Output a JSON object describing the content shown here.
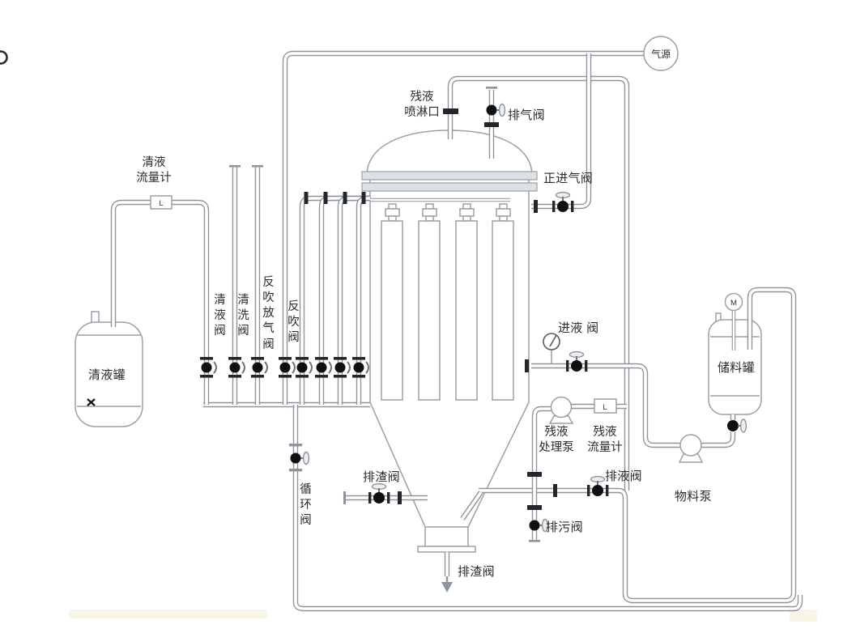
{
  "diagram": {
    "labels": {
      "clear_liquid_flowmeter": {
        "line1": "清液",
        "line2": "流量计"
      },
      "clear_liquid_tank": "清液罐",
      "clear_liquid_valve": "清液阀",
      "cleaning_valve": "清洗阀",
      "backflush_vent_valve": "反吹放气阀",
      "backflush_valve": "反吹阀",
      "residual_spray_port": {
        "line1": "残液",
        "line2": "喷淋口"
      },
      "exhaust_valve": "排气阀",
      "gas_source": "气源",
      "positive_gas_inlet_valve": "正进气阀",
      "liquid_inlet_valve": "进液 阀",
      "storage_tank": "储料罐",
      "circulation_valve": "循环阀",
      "slag_discharge_valve_left": "排渣阀",
      "slag_discharge_valve_bottom": "排渣阀",
      "blowdown_valve": "排污阀",
      "residual_treatment_pump": {
        "line1": "残液",
        "line2": "处理泵"
      },
      "residual_flowmeter": {
        "line1": "残液",
        "line2": "流量计"
      },
      "drain_valve": "排液阀",
      "material_pump": "物料泵"
    },
    "instrument_letters": {
      "flowmeter_l": "L",
      "agitator_m": "M"
    },
    "colors": {
      "pipe_line": "#8d949b",
      "dark_fitting": "#23262a",
      "valve_body": "#0e1012",
      "flange_fill": "#dde1e4",
      "text": "#2b2b2b",
      "background": "#ffffff"
    }
  }
}
